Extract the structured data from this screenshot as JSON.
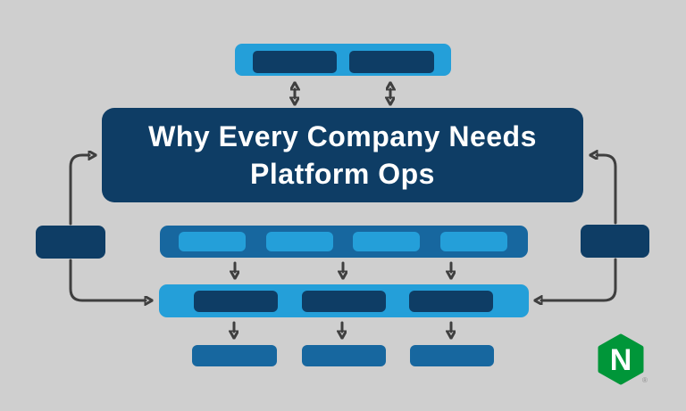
{
  "title": {
    "line1": "Why Every Company Needs",
    "line2": "Platform Ops"
  },
  "colors": {
    "background": "#cfcfcf",
    "navy": "#0e3d65",
    "light_blue": "#249fd9",
    "medium_blue": "#17679f",
    "arrow": "#3f3f3f",
    "nginx_green": "#009639",
    "title_text": "#ffffff"
  },
  "logo": {
    "letter": "N",
    "registered_mark": "®"
  },
  "diagram": {
    "top_bar": {
      "fill": "light_blue",
      "chip_count": 2,
      "chip_fill": "navy"
    },
    "title_box": {
      "fill": "navy"
    },
    "row_upper": {
      "fill": "medium_blue",
      "chip_count": 4,
      "chip_fill": "light_blue"
    },
    "row_lower": {
      "fill": "light_blue",
      "chip_count": 3,
      "chip_fill": "navy"
    },
    "bottom_boxes": {
      "count": 3,
      "fill": "medium_blue"
    },
    "side_boxes": {
      "count": 2,
      "fill": "navy"
    },
    "arrows": {
      "double_vertical_count": 2,
      "down_upper_count": 3,
      "down_lower_count": 3,
      "curved_side_count": 4
    }
  }
}
